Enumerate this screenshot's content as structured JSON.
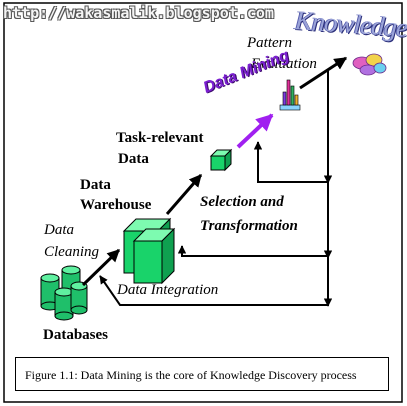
{
  "watermark": "http://wakasmalik.blogspot.com",
  "header": {
    "knowledge": "Knowledge"
  },
  "labels": {
    "pattern_line1": "Pattern",
    "pattern_line2": "Evaluation",
    "data_mining": "Data Mining",
    "task_relevant_line1": "Task-relevant",
    "task_relevant_line2": "Data",
    "warehouse_line1": "Data",
    "warehouse_line2": "Warehouse",
    "selection_line1": "Selection and",
    "selection_line2": "Transformation",
    "cleaning_line1": "Data",
    "cleaning_line2": "Cleaning",
    "integration": "Data Integration",
    "databases": "Databases"
  },
  "caption": "Figure 1.1:  Data Mining is the core of Knowledge Discovery process",
  "colors": {
    "cube_green": "#19d36a",
    "cylinder_green": "#1fbf6a",
    "arrow_purple": "#a020f0",
    "outline": "#000000"
  }
}
